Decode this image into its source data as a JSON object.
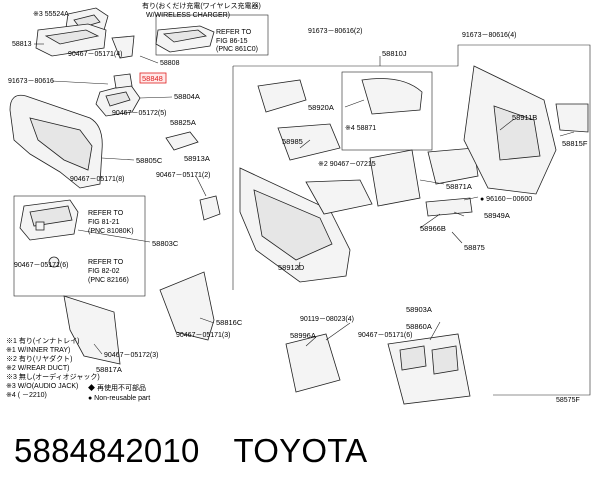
{
  "labels": {
    "l55524a": "※3 55524A",
    "l58813": "58813",
    "l90467_05171_4a": "90467－05171(4)",
    "l58808": "58808",
    "lwireless_jp": "有り(おくだけ充電(ワイヤレス充電器)",
    "lwireless_en": "W/WIRELESS CHARGER)",
    "lrefer_8615": "REFER TO",
    "lfig_8615": "FIG 86-15",
    "lpnc_861c0": "(PNC 861C0)",
    "l91673_2": "91673－80616(2)",
    "l91673_4": "91673－80616(4)",
    "l58810j": "58810J",
    "l91673_1": "91673－80616",
    "l58848": "58848",
    "l58804a": "58804A",
    "l90467_5": "90467－05172(5)",
    "l58825a": "58825A",
    "l58805c": "58805C",
    "l90467_8": "90467－05171(8)",
    "l58913a": "58913A",
    "l90467_2": "90467－05171(2)",
    "l58985": "58985",
    "l58920a": "58920A",
    "l58871": "※4 58871",
    "l58911b": "58911B",
    "l58815f": "58815F",
    "l90467_07215": "※2 90467－07215",
    "l58871a": "58871A",
    "l96160": "● 96160－00600",
    "l58949a": "58949A",
    "l58966b": "58966B",
    "l58875": "58875",
    "lrefer_8121": "REFER TO",
    "lfig_8121": "FIG 81-21",
    "lpnc_81080k": "(PNC 81080K)",
    "l58803c": "58803C",
    "l90467_6": "90467－05171(6)",
    "lrefer_8202": "REFER TO",
    "lfig_8202": "FIG 82-02",
    "lpnc_82166": "(PNC 82166)",
    "l58912d": "58912D",
    "l58816c": "58816C",
    "l90467_3": "90467－05171(3)",
    "l90119": "90119－08023(4)",
    "l58996a": "58996A",
    "l58903a": "58903A",
    "l58860a": "58860A",
    "l90467_6b": "90467－05171(6)",
    "l90467_3b": "90467－05172(3)",
    "l58817a": "58817A",
    "fig_code": "58575F"
  },
  "notes": [
    "※1 有り(インナトレイ)",
    "※1 W/INNER TRAY)",
    "※2 有り(リヤダクト)",
    "※2 W/REAR DUCT)",
    "※3 無し(オーディオジャック)",
    "※3 W/O(AUDIO JACK)",
    "※4 (      －2210)"
  ],
  "legend": {
    "jp": "◆ 再使用不可部品",
    "en": "● Non-reusable part"
  },
  "footer": {
    "part_number": "5884842010",
    "brand": "TOYOTA"
  }
}
